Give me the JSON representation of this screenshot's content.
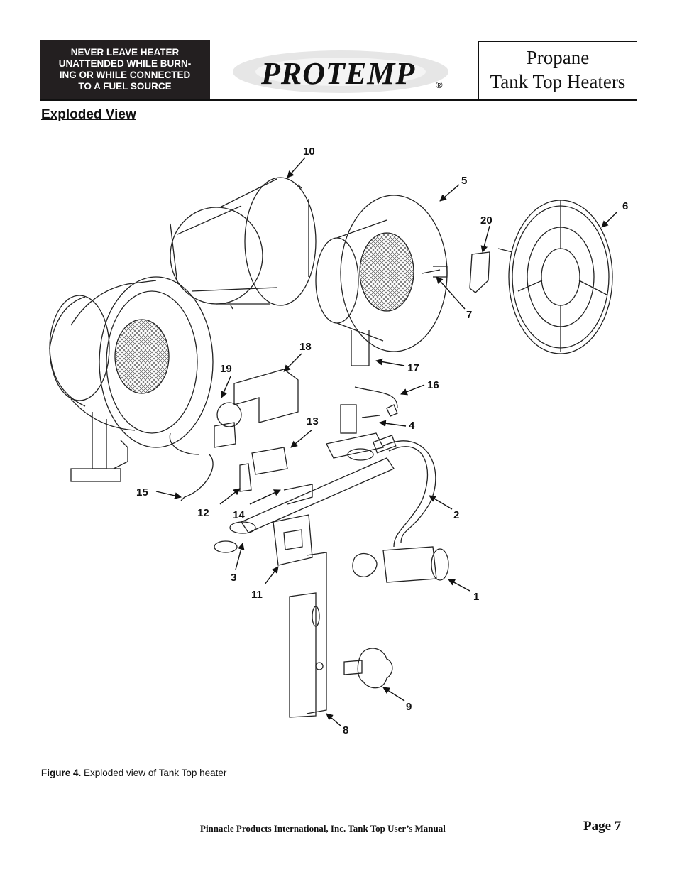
{
  "header": {
    "warning": "NEVER LEAVE HEATER\nUNATTENDED WHILE BURN-\nING OR WHILE CONNECTED\nTO A FUEL SOURCE",
    "logo_text": "PROTEMP",
    "registered_mark": "®",
    "title_line1": "Propane",
    "title_line2": "Tank Top Heaters"
  },
  "section_title": "Exploded View",
  "diagram": {
    "part_numbers": [
      "10",
      "5",
      "6",
      "20",
      "7",
      "18",
      "19",
      "17",
      "16",
      "13",
      "4",
      "15",
      "12",
      "14",
      "2",
      "3",
      "11",
      "1",
      "9",
      "8"
    ]
  },
  "caption": {
    "label": "Figure 4.",
    "text": " Exploded view of Tank Top heater"
  },
  "footer": {
    "manual": "Pinnacle Products International, Inc.  Tank Top User’s Manual",
    "page": "Page 7"
  }
}
